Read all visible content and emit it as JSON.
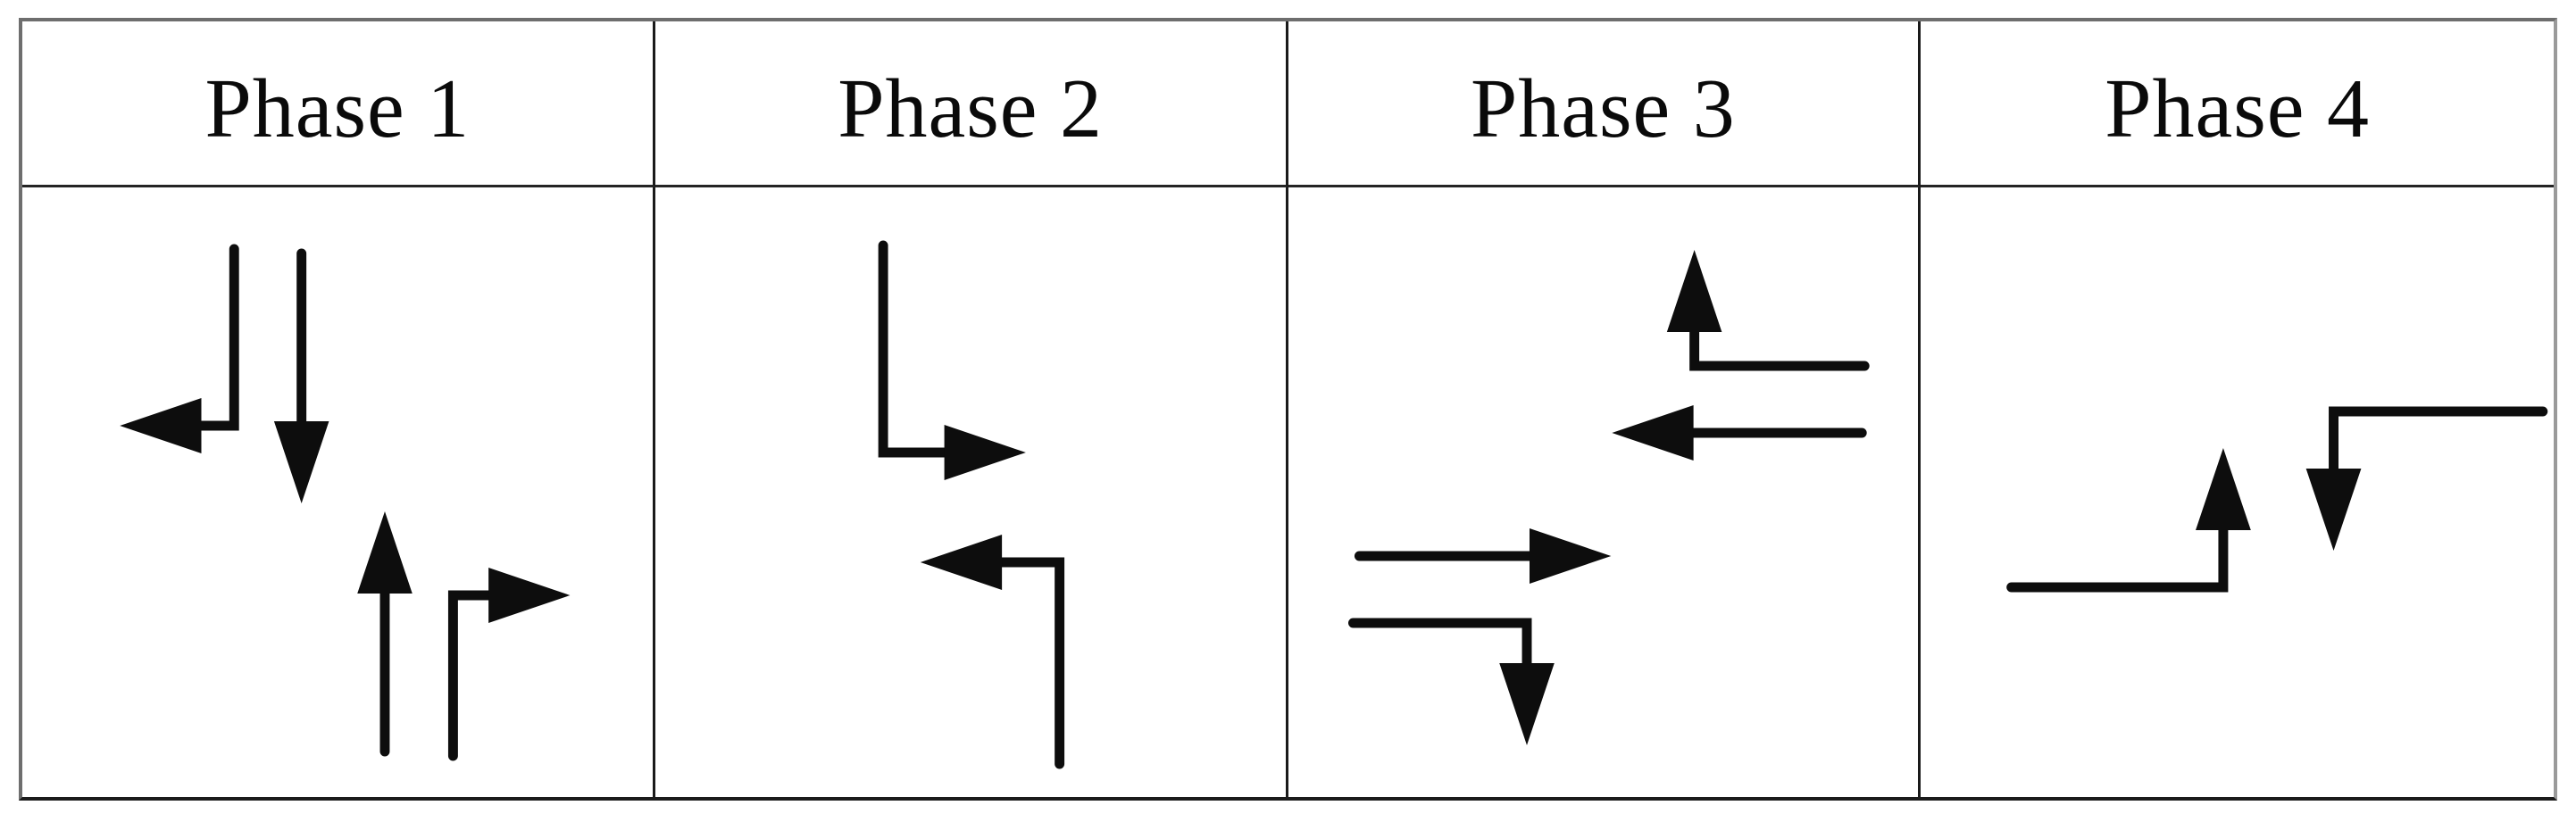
{
  "page": {
    "background": "#ffffff"
  },
  "table": {
    "title": "signal-phase-diagram",
    "columns": [
      {
        "label": "Phase 1",
        "movements": [
          {
            "name": "southbound-right-turn",
            "points": [
              [
                239,
                69
              ],
              [
                239,
                267
              ],
              [
                202,
                267
              ]
            ],
            "head_tip": [
              110,
              267
            ],
            "head_dir": "left"
          },
          {
            "name": "southbound-through",
            "points": [
              [
                315,
                74
              ],
              [
                315,
                262
              ]
            ],
            "head_tip": [
              315,
              354
            ],
            "head_dir": "down"
          },
          {
            "name": "northbound-through",
            "points": [
              [
                409,
                632
              ],
              [
                409,
                455
              ]
            ],
            "head_tip": [
              409,
              363
            ],
            "head_dir": "up"
          },
          {
            "name": "northbound-right-turn",
            "points": [
              [
                486,
                637
              ],
              [
                486,
                457
              ],
              [
                526,
                457
              ]
            ],
            "head_tip": [
              618,
              457
            ],
            "head_dir": "right"
          }
        ]
      },
      {
        "label": "Phase 2",
        "movements": [
          {
            "name": "southbound-left-turn",
            "points": [
              [
                257,
                65
              ],
              [
                257,
                297
              ],
              [
                326,
                297
              ]
            ],
            "head_tip": [
              418,
              297
            ],
            "head_dir": "right"
          },
          {
            "name": "northbound-left-turn",
            "points": [
              [
                456,
                646
              ],
              [
                456,
                420
              ],
              [
                391,
                420
              ]
            ],
            "head_tip": [
              299,
              420
            ],
            "head_dir": "left"
          }
        ]
      },
      {
        "label": "Phase 3",
        "movements": [
          {
            "name": "westbound-right-turn",
            "points": [
              [
                650,
                200
              ],
              [
                458,
                200
              ],
              [
                458,
                162
              ]
            ],
            "head_tip": [
              458,
              70
            ],
            "head_dir": "up"
          },
          {
            "name": "westbound-through",
            "points": [
              [
                647,
                275
              ],
              [
                457,
                275
              ]
            ],
            "head_tip": [
              365,
              275
            ],
            "head_dir": "left"
          },
          {
            "name": "eastbound-through",
            "points": [
              [
                80,
                413
              ],
              [
                272,
                413
              ]
            ],
            "head_tip": [
              364,
              413
            ],
            "head_dir": "right"
          },
          {
            "name": "eastbound-right-turn",
            "points": [
              [
                73,
                488
              ],
              [
                269,
                488
              ],
              [
                269,
                533
              ]
            ],
            "head_tip": [
              269,
              625
            ],
            "head_dir": "down"
          }
        ]
      },
      {
        "label": "Phase 4",
        "movements": [
          {
            "name": "westbound-left-turn",
            "points": [
              [
                699,
                251
              ],
              [
                464,
                251
              ],
              [
                464,
                315
              ]
            ],
            "head_tip": [
              464,
              407
            ],
            "head_dir": "down"
          },
          {
            "name": "eastbound-left-turn",
            "points": [
              [
                102,
                448
              ],
              [
                340,
                448
              ],
              [
                340,
                384
              ]
            ],
            "head_tip": [
              340,
              292
            ],
            "head_dir": "up"
          }
        ]
      }
    ]
  },
  "style": {
    "arrow_color": "#0d0d0d",
    "grid_line_color": "#1a1a1a",
    "outer_border_color": "#6e6e6e",
    "text_color": "#0a0a0a"
  },
  "geometry": {
    "cell_viewbox": [
      711,
      683
    ],
    "arrow_stroke_width": 11,
    "head_length": 92,
    "head_half_width": 31
  }
}
